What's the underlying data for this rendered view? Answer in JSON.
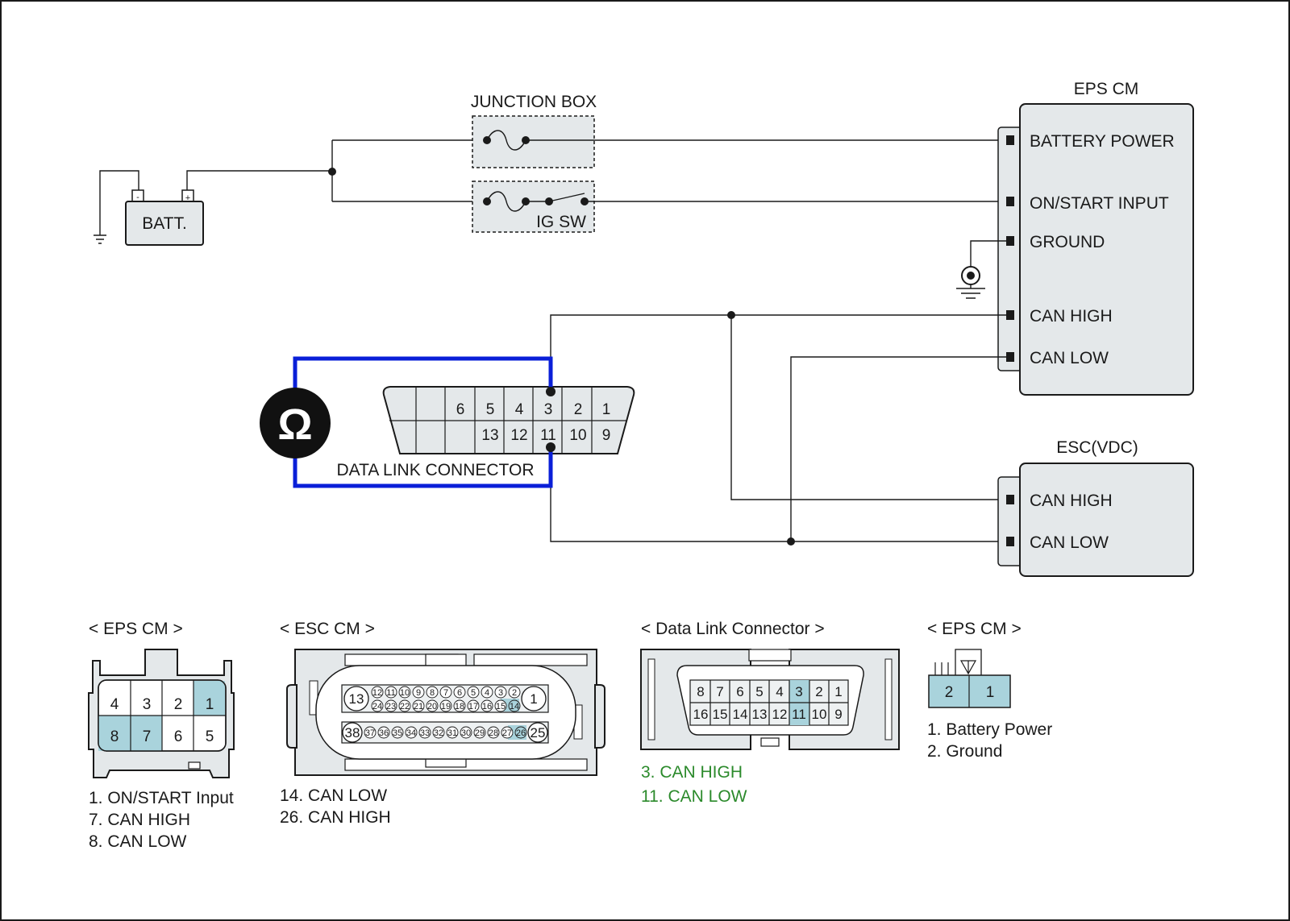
{
  "units": {
    "eps_cm": {
      "title": "EPS CM",
      "pins": [
        "BATTERY POWER",
        "ON/START INPUT",
        "GROUND",
        "CAN HIGH",
        "CAN LOW"
      ]
    },
    "esc_vdc": {
      "title": "ESC(VDC)",
      "pins": [
        "CAN HIGH",
        "CAN LOW"
      ]
    },
    "junction_box": {
      "title": "JUNCTION BOX",
      "ig_sw": "IG SW"
    },
    "battery": {
      "label": "BATT.",
      "minus": "-",
      "plus": "+"
    },
    "ohmmeter": {
      "symbol": "Ω"
    },
    "dlc": {
      "label": "DATA LINK CONNECTOR",
      "top_row": [
        "6",
        "5",
        "4",
        "3",
        "2",
        "1"
      ],
      "bottom_row": [
        "13",
        "12",
        "11",
        "10",
        "9"
      ]
    }
  },
  "connector_views": {
    "eps_cm_main": {
      "title": "< EPS CM >",
      "top_row": [
        "4",
        "3",
        "2",
        "1"
      ],
      "bottom_row": [
        "8",
        "7",
        "6",
        "5"
      ],
      "highlighted": [
        "1",
        "8",
        "7"
      ],
      "notes": [
        "1. ON/START Input",
        "7. CAN HIGH",
        "8. CAN LOW"
      ]
    },
    "esc_cm": {
      "title": "< ESC CM >",
      "upper_small": [
        "12",
        "11",
        "10",
        "9",
        "8",
        "7",
        "6",
        "5",
        "4",
        "3",
        "2"
      ],
      "middle_small": [
        "24",
        "23",
        "22",
        "21",
        "20",
        "19",
        "18",
        "17",
        "16",
        "15",
        "14"
      ],
      "lower_small": [
        "37",
        "36",
        "35",
        "34",
        "33",
        "32",
        "31",
        "30",
        "29",
        "28",
        "27",
        "26"
      ],
      "big_pins": [
        "13",
        "1",
        "38",
        "25"
      ],
      "highlighted": [
        "14",
        "26"
      ],
      "notes": [
        "14. CAN LOW",
        "26. CAN HIGH"
      ]
    },
    "dlc_view": {
      "title": "< Data Link Connector >",
      "top_row": [
        "8",
        "7",
        "6",
        "5",
        "4",
        "3",
        "2",
        "1"
      ],
      "bottom_row": [
        "16",
        "15",
        "14",
        "13",
        "12",
        "11",
        "10",
        "9"
      ],
      "highlighted": [
        "3",
        "11"
      ],
      "notes": [
        "3. CAN HIGH",
        "11. CAN LOW"
      ]
    },
    "eps_cm_power": {
      "title": "< EPS CM >",
      "pins": [
        "2",
        "1"
      ],
      "notes": [
        "1. Battery Power",
        "2. Ground"
      ]
    }
  },
  "colors": {
    "module_fill": "#e4e8ea",
    "pin_highlight": "#a9d3dc",
    "measurement_wire": "#0a1fd8",
    "note_green": "#2b8a2b"
  }
}
